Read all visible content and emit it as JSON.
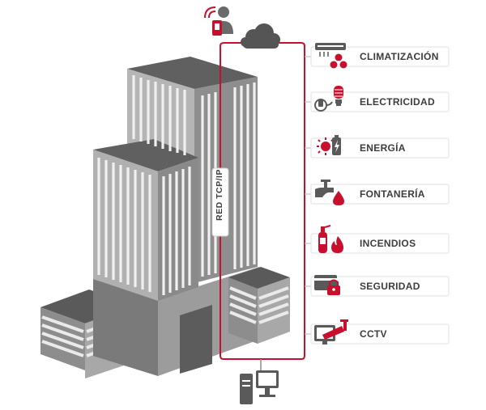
{
  "network": {
    "label": "RED TCP/IP"
  },
  "services": [
    {
      "id": "climatizacion",
      "label": "CLIMATIZACIÓN",
      "icon": "hvac-fan-icon"
    },
    {
      "id": "electricidad",
      "label": "ELECTRICIDAD",
      "icon": "plug-bulb-icon"
    },
    {
      "id": "energia",
      "label": "ENERGÍA",
      "icon": "sun-battery-icon"
    },
    {
      "id": "fontaneria",
      "label": "FONTANERÍA",
      "icon": "faucet-drop-icon"
    },
    {
      "id": "incendios",
      "label": "INCENDIOS",
      "icon": "extinguisher-flame-icon"
    },
    {
      "id": "seguridad",
      "label": "SEGURIDAD",
      "icon": "card-lock-icon"
    },
    {
      "id": "cctv",
      "label": "CCTV",
      "icon": "cctv-camera-icon"
    }
  ],
  "colors": {
    "accent": "#c8102e",
    "dark_gray": "#4d4d4d",
    "mid_gray": "#8a8a8a",
    "light_gray": "#c2c2c2",
    "label_text": "#3d3d3d"
  }
}
